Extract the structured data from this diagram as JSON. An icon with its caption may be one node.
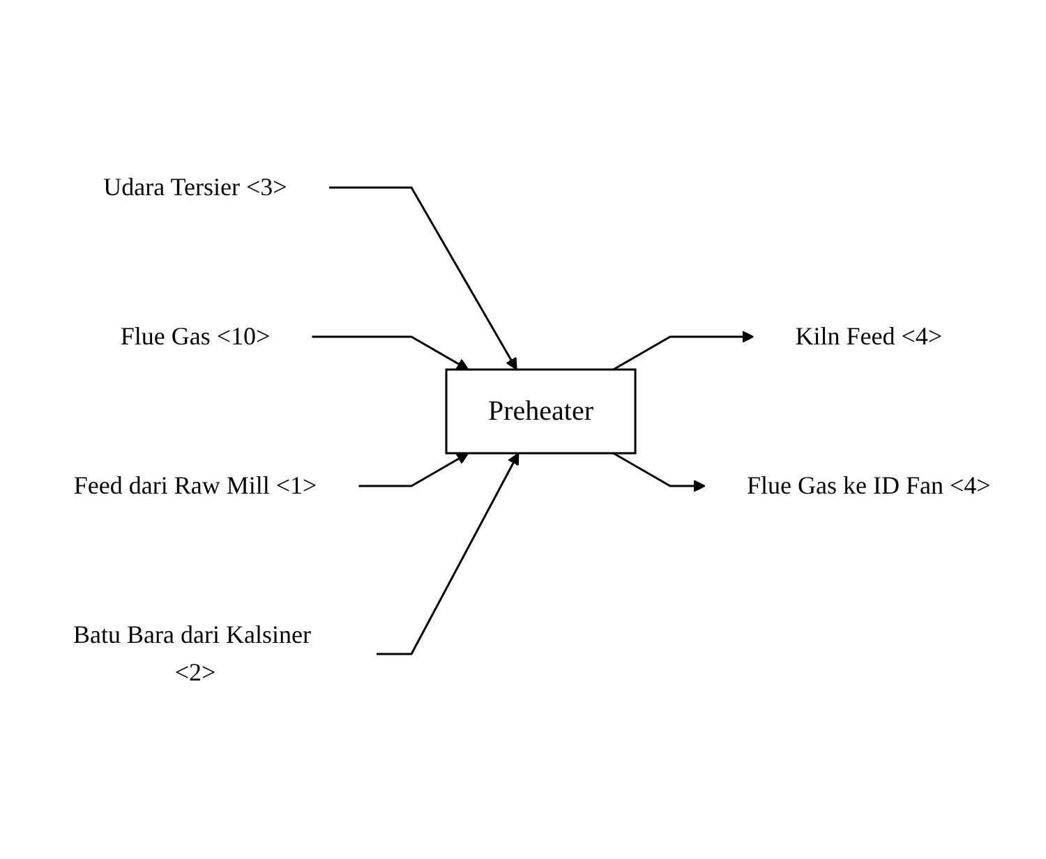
{
  "diagram": {
    "nodes": [
      {
        "text": [
          "Udara Tersier <3>"
        ]
      },
      {
        "text": [
          "Flue Gas <10>"
        ]
      },
      {
        "text": [
          "Feed dari Raw Mill <1>"
        ]
      },
      {
        "text": [
          "Preheater"
        ]
      },
      {
        "text": [
          "Kiln Feed <4>"
        ]
      },
      {
        "text": [
          "Batu Bara dari Kalsiner <2>"
        ]
      },
      {
        "text": [
          "Flue Gas ke ID Fan <4>"
        ]
      }
    ],
    "edges": [
      {
        "from": 0,
        "to": 3,
        "arrow": "to"
      },
      {
        "from": 1,
        "to": 3,
        "arrow": "to"
      },
      {
        "from": 2,
        "to": 3,
        "arrow": "to"
      },
      {
        "from": 5,
        "to": 3,
        "arrow": "to"
      },
      {
        "from": 3,
        "to": 4,
        "arrow": "to"
      },
      {
        "from": 3,
        "to": 6,
        "arrow": "to"
      }
    ]
  }
}
